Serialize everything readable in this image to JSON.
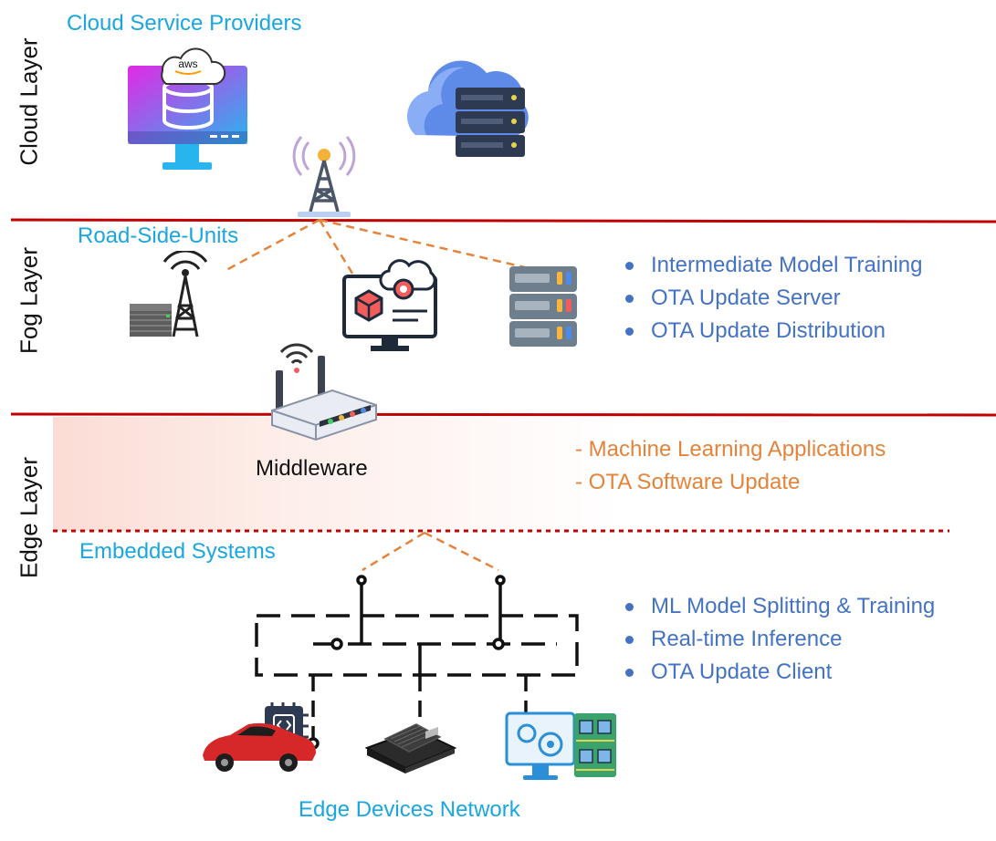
{
  "layers": {
    "cloud": "Cloud Layer",
    "fog": "Fog Layer",
    "edge": "Edge Layer"
  },
  "labels": {
    "cloud_providers": "Cloud Service Providers",
    "road_side_units": "Road-Side-Units",
    "middleware": "Middleware",
    "embedded_systems": "Embedded Systems",
    "edge_devices_network": "Edge Devices Network",
    "aws_badge": "aws"
  },
  "fog_bullets": [
    "Intermediate Model Training",
    "OTA Update Server",
    "OTA Update Distribution"
  ],
  "edge_items": [
    "- Machine Learning Applications",
    "- OTA Software Update"
  ],
  "device_bullets": [
    "ML Model Splitting & Training",
    "Real-time Inference",
    "OTA Update Client"
  ],
  "colors": {
    "layer_line": "#c00000",
    "cyan_label": "#1aa6e0",
    "bullet_blue": "#4472c4",
    "orange_text": "#e4833a",
    "dashed_link": "#e4833a"
  }
}
